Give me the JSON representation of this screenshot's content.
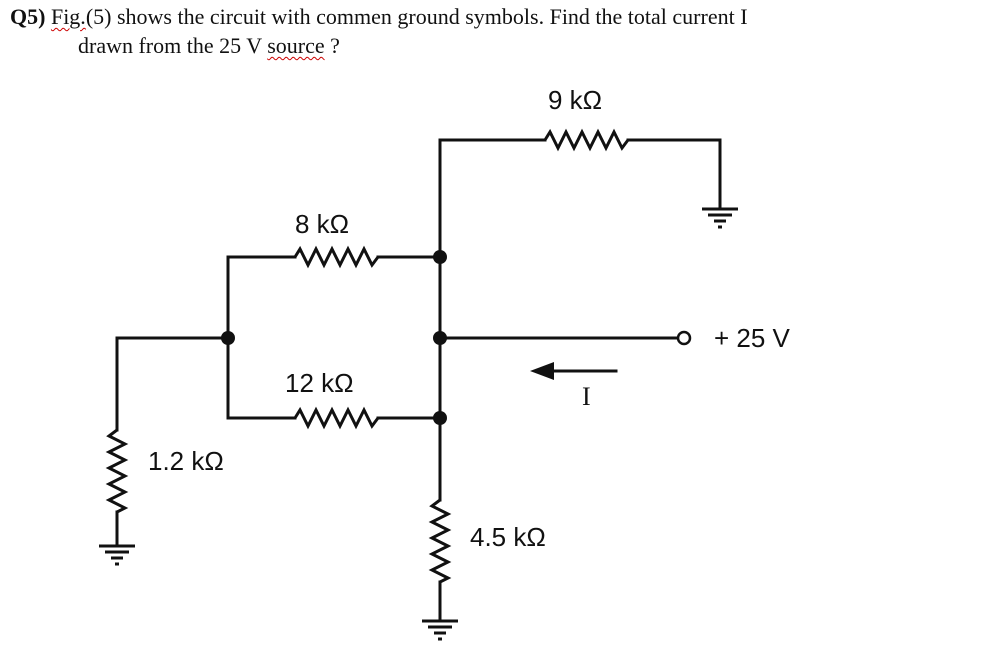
{
  "question": {
    "number": "Q5)",
    "fig_ref": "Fig.",
    "text_part1": "(5) shows the circuit with commen ground symbols. Find the total current I",
    "text_part2_pre": "drawn from the 25 V ",
    "text_part2_word": "source",
    "text_part2_post": " ?"
  },
  "circuit": {
    "resistors": {
      "r_9k": "9 kΩ",
      "r_8k": "8 kΩ",
      "r_12k": "12 kΩ",
      "r_1_2k": "1.2 kΩ",
      "r_4_5k": "4.5 kΩ"
    },
    "source_label": "+ 25 V",
    "current_label": "I"
  }
}
